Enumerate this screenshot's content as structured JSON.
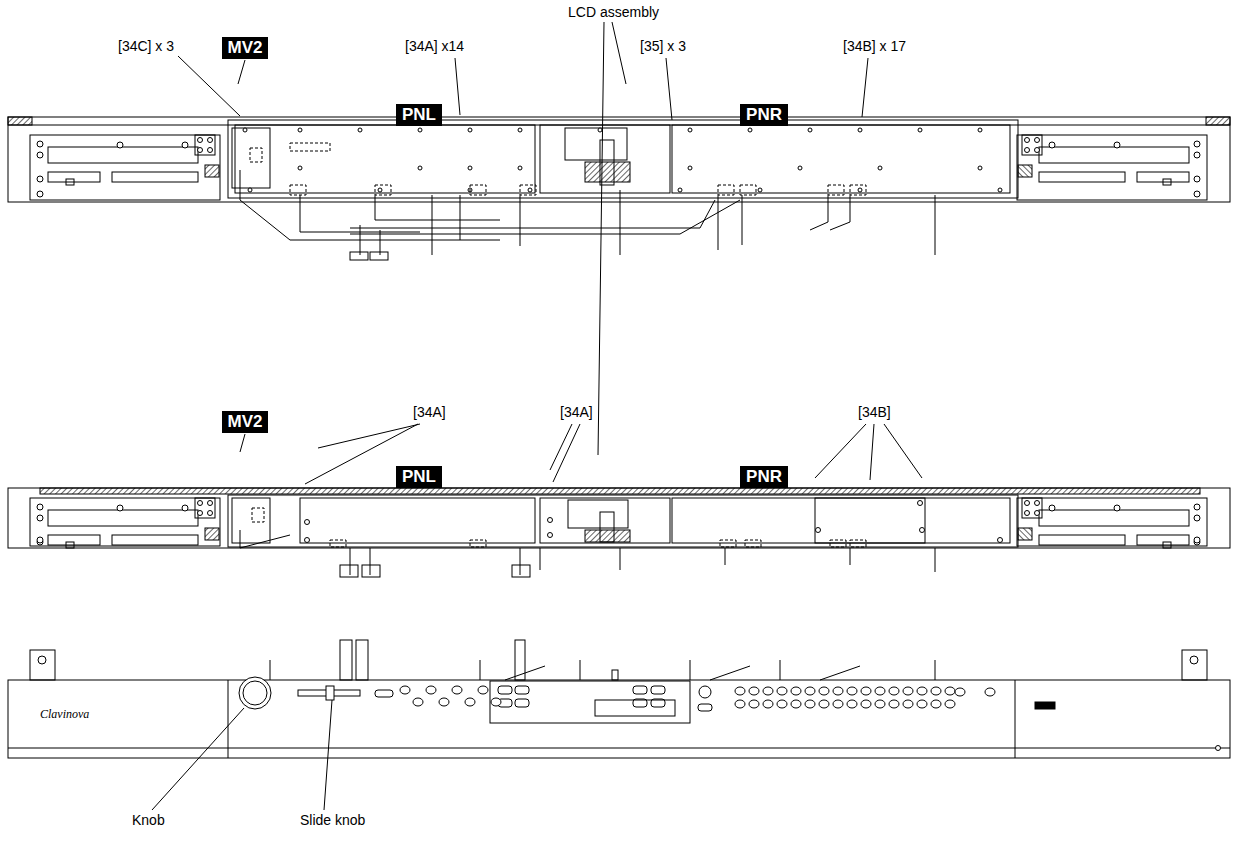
{
  "diagram": {
    "nodes": [
      {
        "text": [
          "MV2"
        ]
      },
      {
        "text": [
          "PNL"
        ]
      },
      {
        "text": [
          "PNR"
        ]
      },
      {
        "text": [
          "MV2"
        ]
      },
      {
        "text": [
          "PNL"
        ]
      },
      {
        "text": [
          "PNR"
        ]
      }
    ],
    "labels": [
      "LCD assembly",
      "[34C] x 3",
      "[34A] x14",
      "[35] x 3",
      "[34B] x 17",
      "[34A]",
      "[34A]",
      "[34B]",
      "Clavinova",
      "Knob",
      "Slide knob"
    ]
  }
}
